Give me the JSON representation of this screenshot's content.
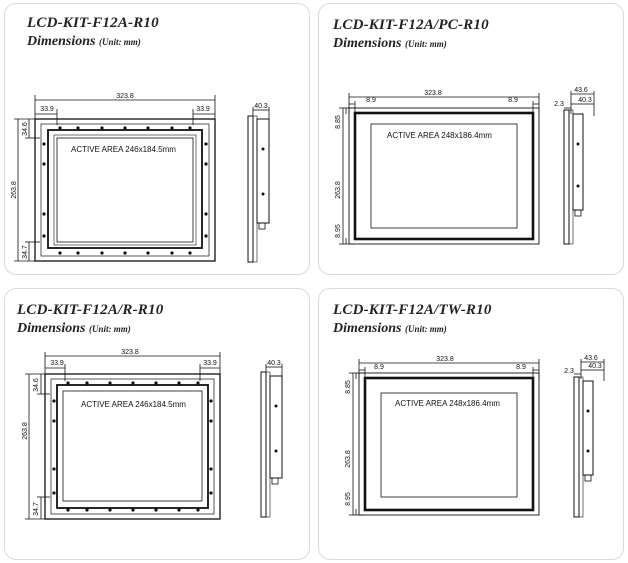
{
  "panels": [
    {
      "title": "LCD-KIT-F12A-R10",
      "subtitle": "Dimensions",
      "unit": "(Unit: mm)",
      "active_area": "ACTIVE AREA 246x184.5mm",
      "dim_width": "323.8",
      "dim_left": "33.9",
      "dim_right": "33.9",
      "dim_height": "263.8",
      "dim_top": "34.6",
      "dim_bottom": "34.7",
      "side_depth": "40.3"
    },
    {
      "title": "LCD-KIT-F12A/PC-R10",
      "subtitle": "Dimensions",
      "unit": "(Unit: mm)",
      "active_area": "ACTIVE AREA 248x186.4mm",
      "dim_width": "323.8",
      "dim_left": "8.9",
      "dim_right": "8.9",
      "dim_height": "263.8",
      "dim_top": "8.85",
      "dim_bottom": "8.95",
      "side_total": "43.6",
      "side_bezel": "2.3",
      "side_depth": "40.3"
    },
    {
      "title": "LCD-KIT-F12A/R-R10",
      "subtitle": "Dimensions",
      "unit": "(Unit: mm)",
      "active_area": "ACTIVE AREA 246x184.5mm",
      "dim_width": "323.8",
      "dim_left": "33.9",
      "dim_right": "33.9",
      "dim_height": "263.8",
      "dim_top": "34.6",
      "dim_bottom": "34.7",
      "side_depth": "40.3"
    },
    {
      "title": "LCD-KIT-F12A/TW-R10",
      "subtitle": "Dimensions",
      "unit": "(Unit: mm)",
      "active_area": "ACTIVE AREA 248x186.4mm",
      "dim_width": "323.8",
      "dim_left": "8.9",
      "dim_right": "8.9",
      "dim_height": "263.8",
      "dim_top": "8.85",
      "dim_bottom": "8.95",
      "side_total": "43.6",
      "side_bezel": "2.3",
      "side_depth": "40.3"
    }
  ]
}
